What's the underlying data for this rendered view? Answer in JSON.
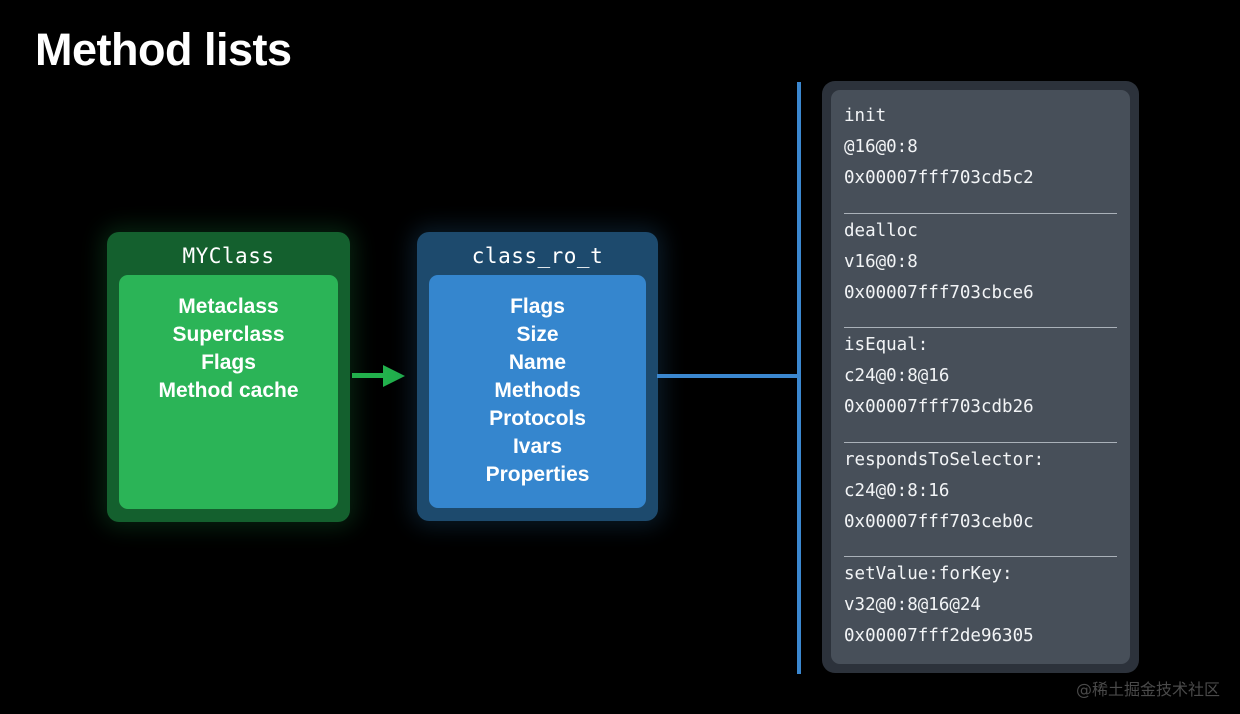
{
  "slide": {
    "title": "Method lists",
    "background_color": "#000000"
  },
  "class_box": {
    "title": "MYClass",
    "outer_color": "#14602e",
    "inner_color": "#2bb457",
    "fields": [
      "Metaclass",
      "Superclass",
      "Flags",
      "Method cache"
    ]
  },
  "class_ro_box": {
    "title": "class_ro_t",
    "outer_color": "#1d4a6d",
    "inner_color": "#3586ce",
    "fields": [
      "Flags",
      "Size",
      "Name",
      "Methods",
      "Protocols",
      "Ivars",
      "Properties"
    ]
  },
  "connectors": {
    "green_arrow_color": "#22b14c",
    "blue_line_color": "#3b87cf"
  },
  "method_panel": {
    "outer_color": "#2c323b",
    "inner_color": "#474f59",
    "divider_color": "#aab1b9",
    "entries": [
      {
        "name": "init",
        "types": "@16@0:8",
        "imp": "0x00007fff703cd5c2"
      },
      {
        "name": "dealloc",
        "types": "v16@0:8",
        "imp": "0x00007fff703cbce6"
      },
      {
        "name": "isEqual:",
        "types": "c24@0:8@16",
        "imp": "0x00007fff703cdb26"
      },
      {
        "name": "respondsToSelector:",
        "types": "c24@0:8:16",
        "imp": "0x00007fff703ceb0c"
      },
      {
        "name": "setValue:forKey:",
        "types": "v32@0:8@16@24",
        "imp": "0x00007fff2de96305"
      }
    ]
  },
  "watermark": {
    "text": "@稀土掘金技术社区"
  }
}
